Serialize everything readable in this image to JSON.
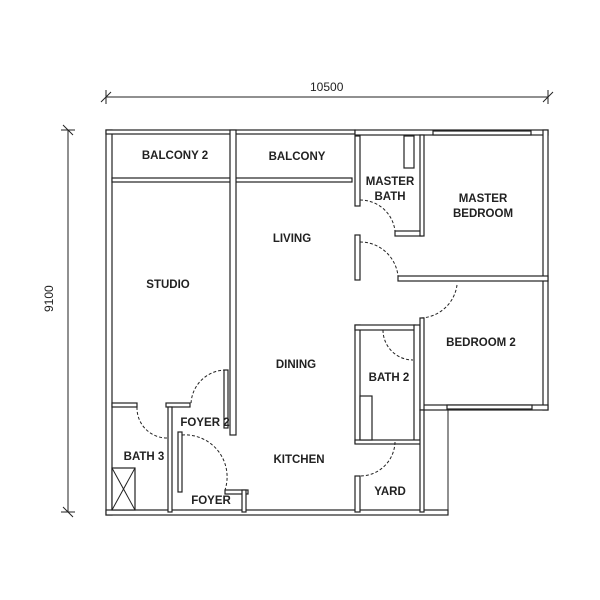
{
  "dimensions": {
    "width": "10500",
    "height": "9100"
  },
  "rooms": {
    "balcony2": "BALCONY 2",
    "balcony": "BALCONY",
    "master_bath": "MASTER\nBATH",
    "master_bedroom": "MASTER\nBEDROOM",
    "living": "LIVING",
    "studio": "STUDIO",
    "dining": "DINING",
    "bedroom2": "BEDROOM 2",
    "bath2": "BATH 2",
    "foyer2": "FOYER 2",
    "bath3": "BATH 3",
    "kitchen": "KITCHEN",
    "foyer": "FOYER",
    "yard": "YARD"
  }
}
